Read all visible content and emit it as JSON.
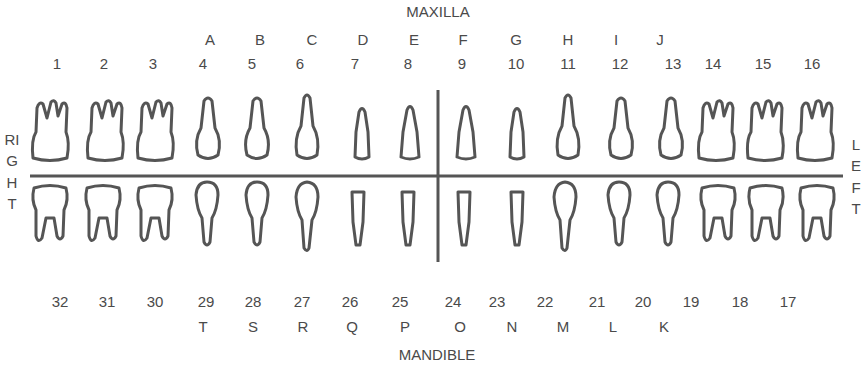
{
  "diagram": {
    "labels": [
      "MAXILLA",
      "A",
      "B",
      "C",
      "D",
      "E",
      "F",
      "G",
      "H",
      "I",
      "J",
      "1",
      "2",
      "3",
      "4",
      "5",
      "6",
      "7",
      "8",
      "9",
      "10",
      "11",
      "12",
      "13",
      "14",
      "15",
      "16",
      "RIGHT",
      "LEFT",
      "32",
      "31",
      "30",
      "29",
      "28",
      "27",
      "26",
      "25",
      "24",
      "23",
      "22",
      "21",
      "20",
      "19",
      "18",
      "17",
      "T",
      "S",
      "R",
      "Q",
      "P",
      "O",
      "N",
      "M",
      "L",
      "K",
      "MANDIBLE"
    ]
  }
}
